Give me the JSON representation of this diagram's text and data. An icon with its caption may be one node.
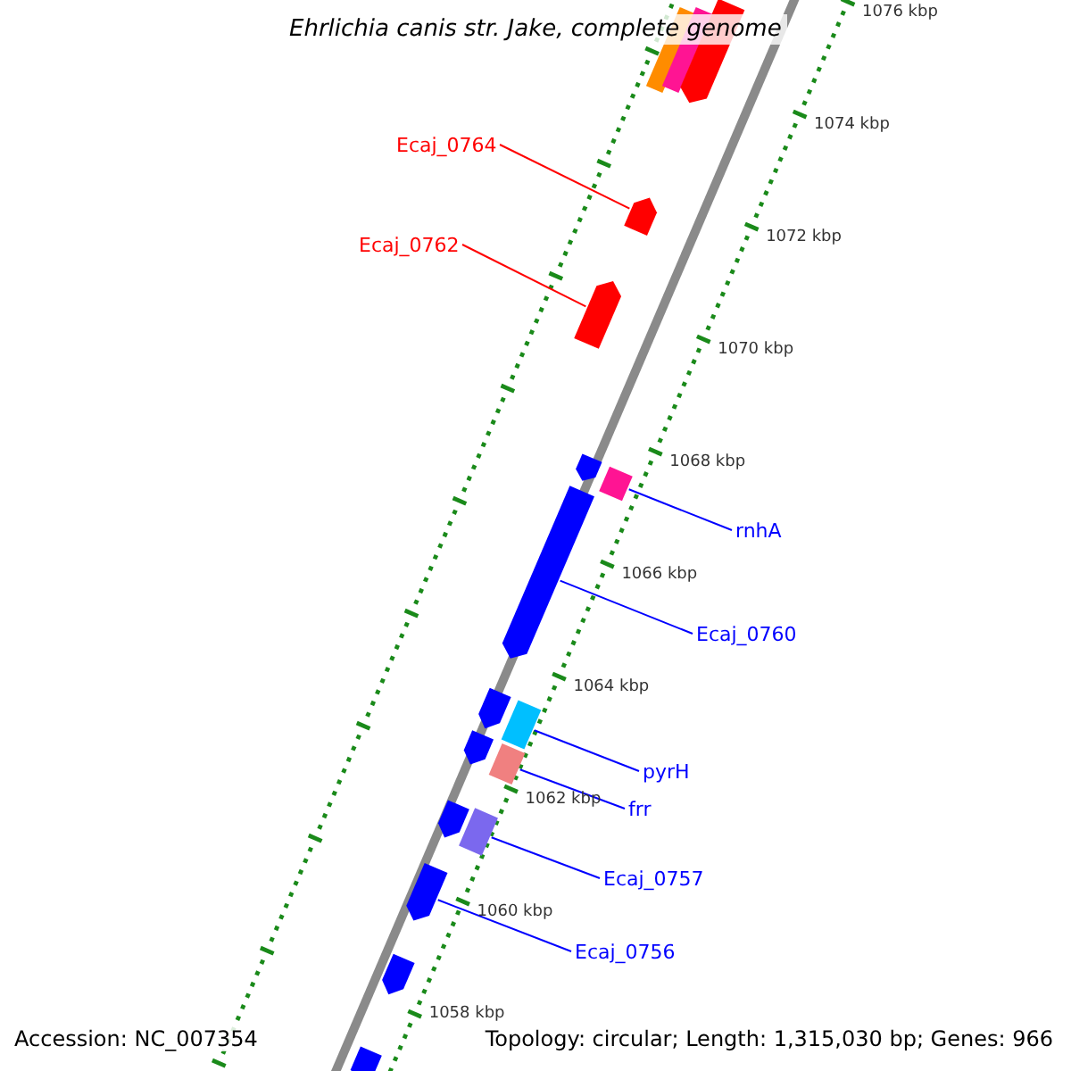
{
  "diagram": {
    "title": "Ehrlichia canis str. Jake, complete genome",
    "nodes": [
      {
        "text": [
          "Ecaj_0764"
        ]
      },
      {
        "text": [],
        "shape": "arrow"
      },
      {
        "text": [
          "Ecaj_0762"
        ]
      },
      {
        "text": [],
        "shape": "arrow"
      },
      {
        "text": [
          "rnhA"
        ]
      },
      {
        "text": [],
        "shape": "box"
      },
      {
        "text": [
          "Ecaj_0760"
        ]
      },
      {
        "text": [],
        "shape": "arrow"
      },
      {
        "text": [
          "pyrH"
        ]
      },
      {
        "text": [],
        "shape": "box"
      },
      {
        "text": [
          "frr"
        ]
      },
      {
        "text": [],
        "shape": "box"
      },
      {
        "text": [
          "Ecaj_0757"
        ]
      },
      {
        "text": [],
        "shape": "box"
      },
      {
        "text": [
          "Ecaj_0756"
        ]
      },
      {
        "text": [],
        "shape": "arrow"
      }
    ],
    "edges": [
      {
        "from": 0,
        "to": 1,
        "arrow": "none",
        "color": "#ff0000"
      },
      {
        "from": 2,
        "to": 3,
        "arrow": "none",
        "color": "#ff0000"
      },
      {
        "from": 4,
        "to": 5,
        "arrow": "none"
      },
      {
        "from": 6,
        "to": 7,
        "arrow": "none"
      },
      {
        "from": 8,
        "to": 9,
        "arrow": "none"
      },
      {
        "from": 10,
        "to": 11,
        "arrow": "none"
      },
      {
        "from": 12,
        "to": 13,
        "arrow": "none"
      },
      {
        "from": 14,
        "to": 15,
        "arrow": "none"
      }
    ],
    "labels": [
      "1076 kbp",
      "1074 kbp",
      "1072 kbp",
      "1070 kbp",
      "1068 kbp",
      "1066 kbp",
      "1064 kbp",
      "1062 kbp",
      "1060 kbp",
      "1058 kbp",
      "Accession: NC_007354",
      "Topology: circular; Length: 1,315,030 bp; Genes: 966"
    ]
  }
}
